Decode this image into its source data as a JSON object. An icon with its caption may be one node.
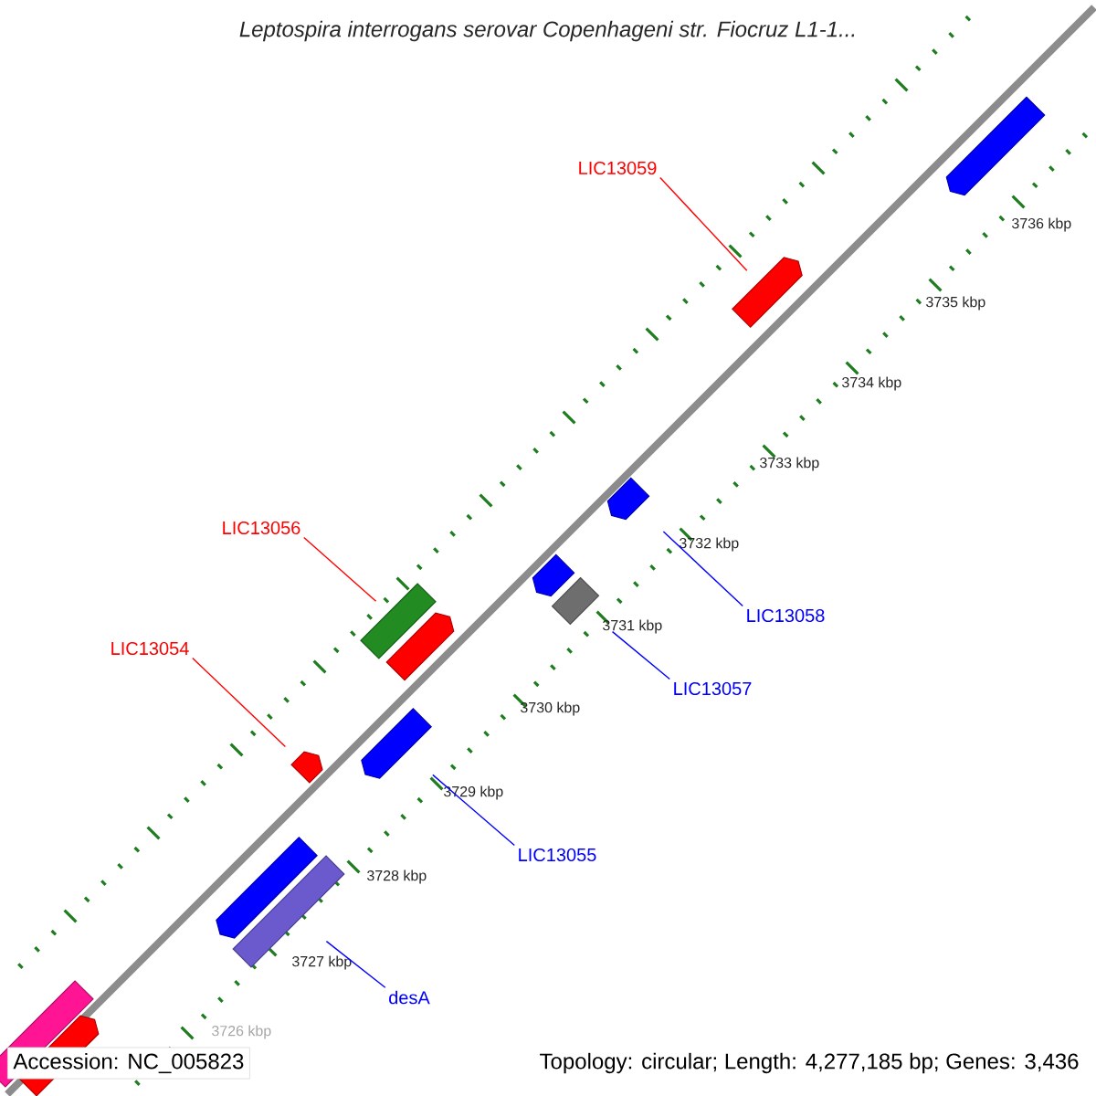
{
  "diagram": {
    "title": "*Leptospira interrogans* serovar Copenhageni str. Fiocruz L1-1...",
    "nodes": [
      {
        "text": [
          "LIC13059"
        ]
      },
      {
        "text": [
          "LIC13056"
        ]
      },
      {
        "text": [
          "LIC13054"
        ]
      },
      {
        "text": [
          "LIC13058"
        ]
      },
      {
        "text": [
          "LIC13057"
        ]
      },
      {
        "text": [
          "LIC13055"
        ]
      },
      {
        "text": [
          "desA"
        ]
      },
      {
        "text": [],
        "shape": "arrow"
      },
      {
        "text": [],
        "shape": "box"
      },
      {
        "text": [],
        "shape": "arrow"
      },
      {
        "text": [],
        "shape": "arrow"
      },
      {
        "text": [],
        "shape": "box"
      },
      {
        "text": [],
        "shape": "arrow"
      },
      {
        "text": [],
        "shape": "box"
      },
      {
        "text": [],
        "shape": "arrow"
      },
      {
        "text": [],
        "shape": "arrow"
      },
      {
        "text": [],
        "shape": "arrow"
      },
      {
        "text": [],
        "shape": "arrow"
      },
      {
        "text": [],
        "shape": "box"
      },
      {
        "text": [],
        "shape": "arrow"
      }
    ],
    "edges": [
      {
        "from": 0,
        "to": 7,
        "arrow": "none",
        "color": "#ff0000"
      },
      {
        "from": 1,
        "to": 8,
        "arrow": "none",
        "color": "#ff0000"
      },
      {
        "from": 2,
        "to": 9,
        "arrow": "none",
        "color": "#ff0000"
      },
      {
        "from": 3,
        "to": 10,
        "arrow": "none"
      },
      {
        "from": 4,
        "to": 11,
        "arrow": "none"
      },
      {
        "from": 5,
        "to": 12,
        "arrow": "none"
      },
      {
        "from": 6,
        "to": 13,
        "arrow": "none"
      }
    ],
    "labels": [
      "3736 kbp",
      "3735 kbp",
      "3734 kbp",
      "3733 kbp",
      "3732 kbp",
      "3731 kbp",
      "3730 kbp",
      "3729 kbp",
      "3728 kbp",
      "3727 kbp",
      "3726 kbp",
      "Accession: NC_005823",
      "Topology: circular; Length: 4,277,185 bp; Genes: 3,436"
    ]
  }
}
